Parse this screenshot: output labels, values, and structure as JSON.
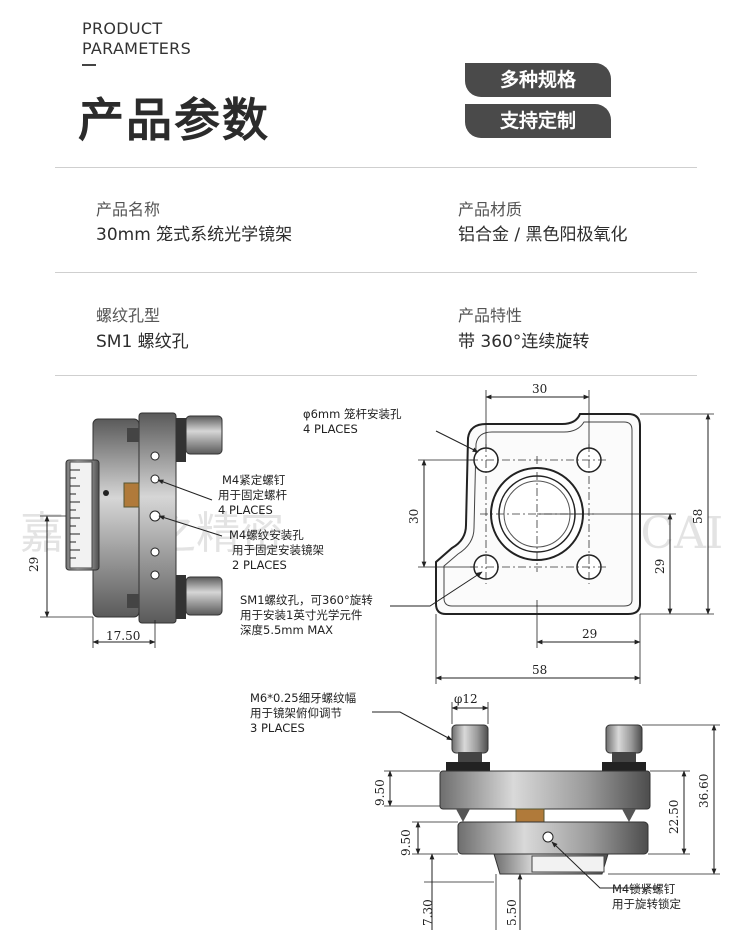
{
  "header": {
    "en_line1": "PRODUCT",
    "en_line2": "PARAMETERS",
    "title": "产品参数",
    "badges": [
      "多种规格",
      "支持定制"
    ]
  },
  "params": [
    {
      "label": "产品名称",
      "value": "30mm 笼式系统光学镜架"
    },
    {
      "label": "产品材质",
      "value": "铝合金 / 黑色阳极氧化"
    },
    {
      "label": "螺纹孔型",
      "value": "SM1 螺纹孔"
    },
    {
      "label": "产品特性",
      "value": "带 360°连续旋转"
    }
  ],
  "drawing": {
    "side_view": {
      "notes": [
        [
          "M4紧定螺钉",
          "用于固定螺杆",
          "4 PLACES"
        ],
        [
          "M4螺纹安装孔",
          "用于固定安装镜架",
          "2 PLACES"
        ]
      ],
      "dims": [
        "29",
        "17.50"
      ]
    },
    "front_view": {
      "notes": [
        [
          "φ6mm 笼杆安装孔",
          "4 PLACES"
        ],
        [
          "SM1螺纹孔，可360°旋转",
          "用于安装1英寸光学元件",
          "深度5.5mm MAX"
        ]
      ],
      "dims": [
        "30",
        "30",
        "58",
        "29",
        "29",
        "58"
      ]
    },
    "bottom_view": {
      "notes": [
        [
          "M6*0.25细牙螺纹幅",
          "用于镜架俯仰调节",
          "3 PLACES"
        ],
        [
          "M4锁紧螺钉",
          "用于旋转锁定"
        ]
      ],
      "dims": [
        "φ12",
        "9.50",
        "9.50",
        "7.30",
        "5.50",
        "22.50",
        "36.60"
      ]
    },
    "watermark": [
      "嘉兴烨之精密",
      "JIANGCAI"
    ]
  }
}
